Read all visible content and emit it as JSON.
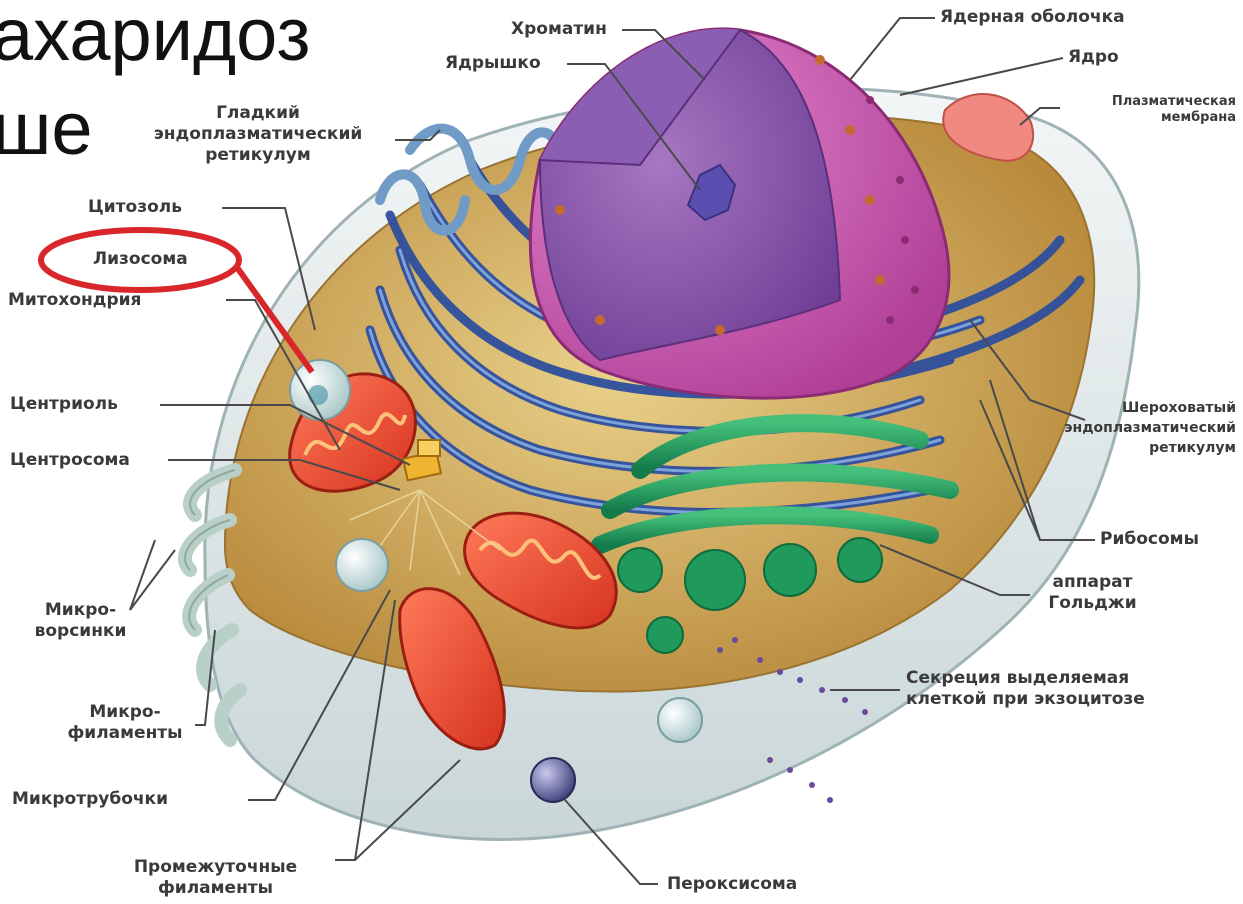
{
  "slide_fragment": [
    "ахаридоз",
    "ше"
  ],
  "highlight_color": "#d8262a",
  "labels": {
    "chromatin": "Хроматин",
    "nuclear_envelope": "Ядерная оболочка",
    "nucleolus": "Ядрышко",
    "nucleus": "Ядро",
    "plasma_membrane": [
      "Плазматическая",
      "мембрана"
    ],
    "smooth_er": [
      "Гладкий",
      "эндоплазматический",
      "ретикулум"
    ],
    "cytosol": "Цитозоль",
    "lysosome": "Лизосома",
    "mitochondrion": "Митохондрия",
    "centriole": "Центриоль",
    "centrosome": "Центросома",
    "rough_er": [
      "Шероховатый",
      "эндоплазматический",
      "ретикулум"
    ],
    "ribosomes": "Рибосомы",
    "golgi": [
      "аппарат",
      "Гольджи"
    ],
    "microvilli": [
      "Микро-",
      "ворсинки"
    ],
    "secretion": [
      "Секреция выделяемая",
      "клеткой при экзоцитозе"
    ],
    "microfilaments": [
      "Микро-",
      "филаменты"
    ],
    "microtubules": "Микротрубочки",
    "intermediate_filaments": [
      "Промежуточные",
      "филаменты"
    ],
    "peroxisome": "Пероксисома"
  }
}
